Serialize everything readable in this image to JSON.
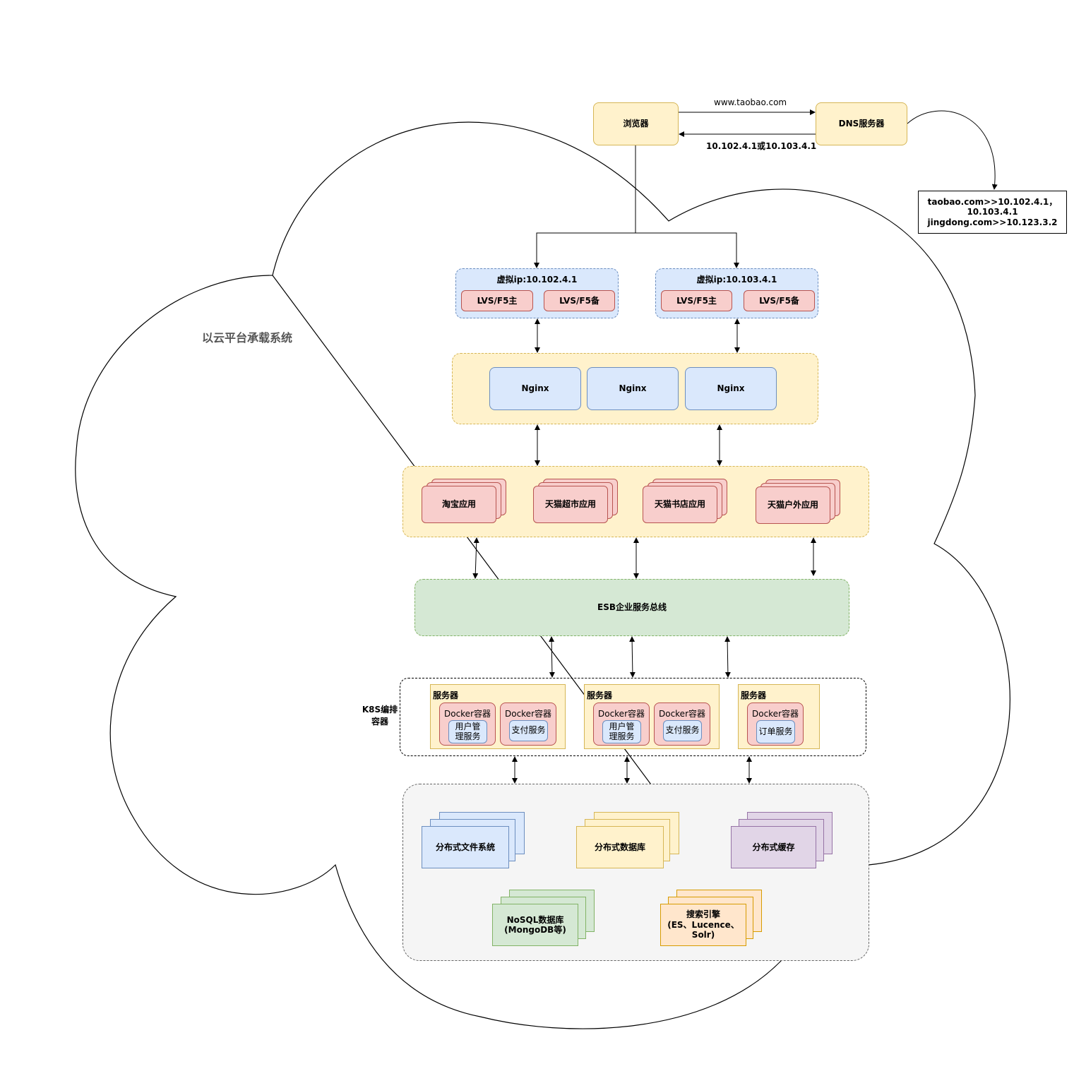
{
  "cloud_label": "以云平台承载系统",
  "browser": "浏览器",
  "dns_server": "DNS服务器",
  "request_label": "www.taobao.com",
  "response_label": "10.102.4.1或10.103.4.1",
  "dns_record": {
    "line1": "taobao.com>>10.102.4.1，10.103.4.1",
    "line2": "jingdong.com>>10.123.3.2"
  },
  "vip_groups": [
    {
      "title": "虚拟ip:10.102.4.1",
      "master": "LVS/F5主",
      "backup": "LVS/F5备"
    },
    {
      "title": "虚拟ip:10.103.4.1",
      "master": "LVS/F5主",
      "backup": "LVS/F5备"
    }
  ],
  "nginx": [
    "Nginx",
    "Nginx",
    "Nginx"
  ],
  "apps": [
    "淘宝应用",
    "天猫超市应用",
    "天猫书店应用",
    "天猫户外应用"
  ],
  "esb": "ESB企业服务总线",
  "k8s_label": "K8S编排容器",
  "servers": [
    {
      "title": "服务器",
      "containers": [
        {
          "title": "Docker容器",
          "service": "用户管理服务"
        },
        {
          "title": "Docker容器",
          "service": "支付服务"
        }
      ]
    },
    {
      "title": "服务器",
      "containers": [
        {
          "title": "Docker容器",
          "service": "用户管理服务"
        },
        {
          "title": "Docker容器",
          "service": "支付服务"
        }
      ]
    },
    {
      "title": "服务器",
      "containers": [
        {
          "title": "Docker容器",
          "service": "订单服务"
        }
      ]
    }
  ],
  "storage": {
    "dfs": "分布式文件系统",
    "ddb": "分布式数据库",
    "cache": "分布式缓存",
    "nosql": "NoSQL数据库\n(MongoDB等)",
    "search": "搜索引擎\n(ES、Lucence、\nSolr)"
  },
  "colors": {
    "yellow_fill": "#fff2cc",
    "yellow_stroke": "#d6b656",
    "blue_fill": "#dae8fc",
    "blue_stroke": "#6c8ebf",
    "red_fill": "#f8cecc",
    "red_stroke": "#b85450",
    "green_fill": "#d5e8d4",
    "green_stroke": "#82b366",
    "purple_fill": "#e1d5e7",
    "purple_stroke": "#9673a6",
    "orange_fill": "#ffe6cc",
    "orange_stroke": "#d79b00",
    "gray_fill": "#f5f5f5"
  }
}
